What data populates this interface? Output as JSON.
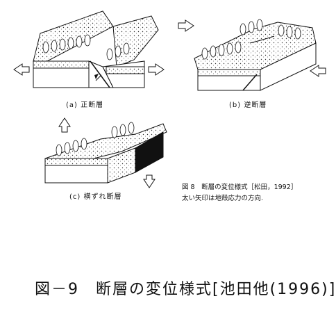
{
  "panels": {
    "a": {
      "caption": "(a) 正断層"
    },
    "b": {
      "caption": "(b) 逆断層"
    },
    "c": {
      "caption": "(c) 横ずれ断層"
    }
  },
  "note": {
    "line1": "図 8　断層の変位様式［松田，1992］",
    "line2": "太い矢印は地殻応力の方向."
  },
  "figure_title": "図－9　断層の変位様式[池田他(1996)]"
}
